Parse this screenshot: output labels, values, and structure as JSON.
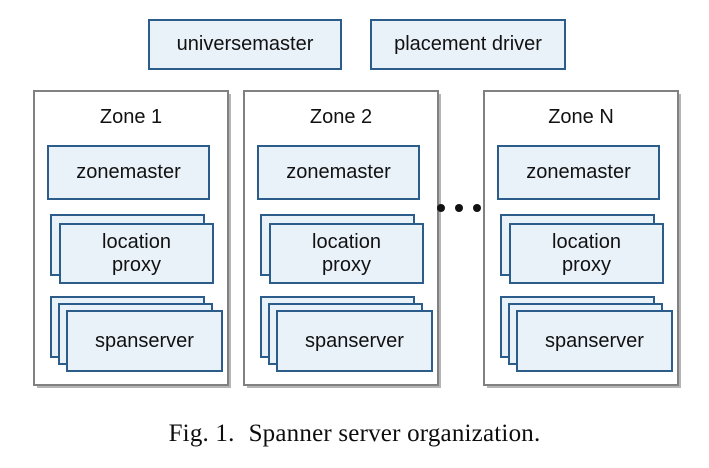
{
  "figure": {
    "caption_label": "Fig. 1.",
    "caption_text": "Spanner server organization.",
    "colors": {
      "node_fill": "#e9f1f9",
      "node_border": "#2c5c8a",
      "zone_border": "#818181",
      "background": "#ffffff",
      "text": "#111111"
    }
  },
  "global_services": [
    {
      "label": "universemaster"
    },
    {
      "label": "placement driver"
    }
  ],
  "zones": [
    {
      "title": "Zone 1",
      "zonemaster": {
        "label": "zonemaster"
      },
      "location_proxy": {
        "label": "location\nproxy",
        "line1": "location",
        "line2": "proxy",
        "stack_count": 2
      },
      "spanserver": {
        "label": "spanserver",
        "stack_count": 3
      }
    },
    {
      "title": "Zone 2",
      "zonemaster": {
        "label": "zonemaster"
      },
      "location_proxy": {
        "label": "location\nproxy",
        "line1": "location",
        "line2": "proxy",
        "stack_count": 2
      },
      "spanserver": {
        "label": "spanserver",
        "stack_count": 3
      }
    },
    {
      "title": "Zone N",
      "zonemaster": {
        "label": "zonemaster"
      },
      "location_proxy": {
        "label": "location\nproxy",
        "line1": "location",
        "line2": "proxy",
        "stack_count": 2
      },
      "spanserver": {
        "label": "spanserver",
        "stack_count": 3
      }
    }
  ],
  "ellipsis": {
    "glyph": "•",
    "count": 3,
    "meaning": "more-zones-indicator"
  }
}
